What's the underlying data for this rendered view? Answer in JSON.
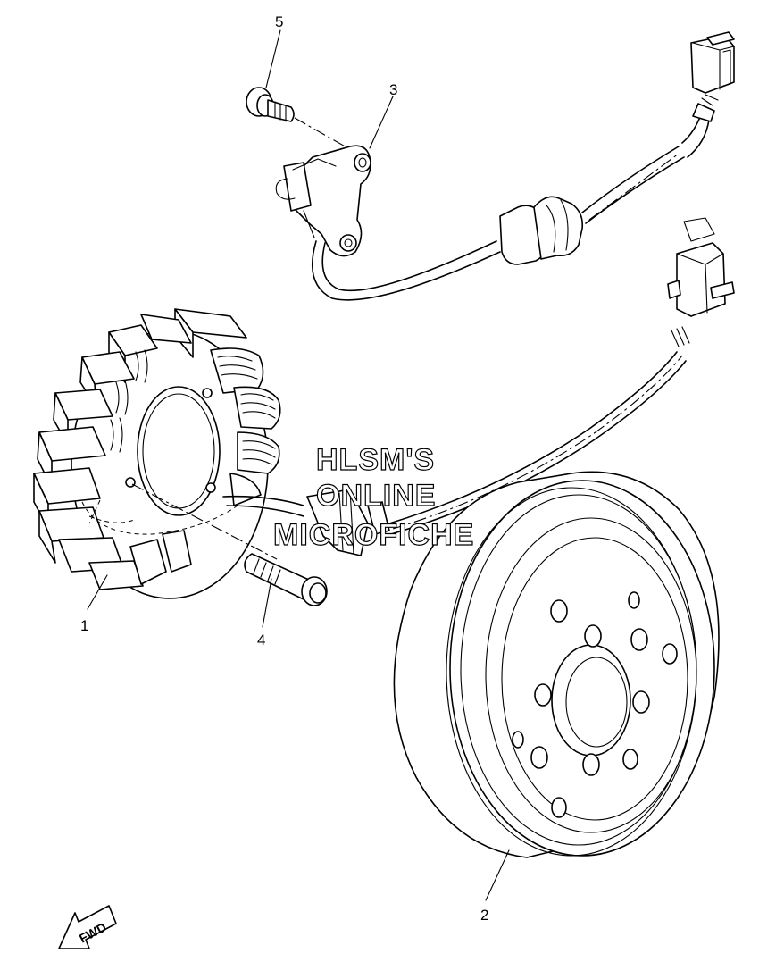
{
  "callouts": [
    {
      "id": "1",
      "label": "1"
    },
    {
      "id": "2",
      "label": "2"
    },
    {
      "id": "3",
      "label": "3"
    },
    {
      "id": "4",
      "label": "4"
    },
    {
      "id": "5",
      "label": "5"
    }
  ],
  "watermark": {
    "line1": "HLSM'S",
    "line2": "ONLINE",
    "line3": "MICROFICHE"
  },
  "direction_arrow": {
    "label": "FWD",
    "icon": "fwd-arrow-icon"
  }
}
